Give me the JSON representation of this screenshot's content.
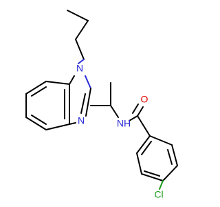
{
  "molecule": {
    "atoms": {
      "n1": {
        "label": "N",
        "color": "#2a2ad8"
      },
      "n2": {
        "label": "N",
        "color": "#2a2ad8"
      },
      "nh": {
        "label": "NH",
        "color": "#2a2ad8"
      },
      "o": {
        "label": "O",
        "color": "#e00000"
      },
      "cl": {
        "label": "Cl",
        "color": "#1a9b1a"
      }
    }
  }
}
